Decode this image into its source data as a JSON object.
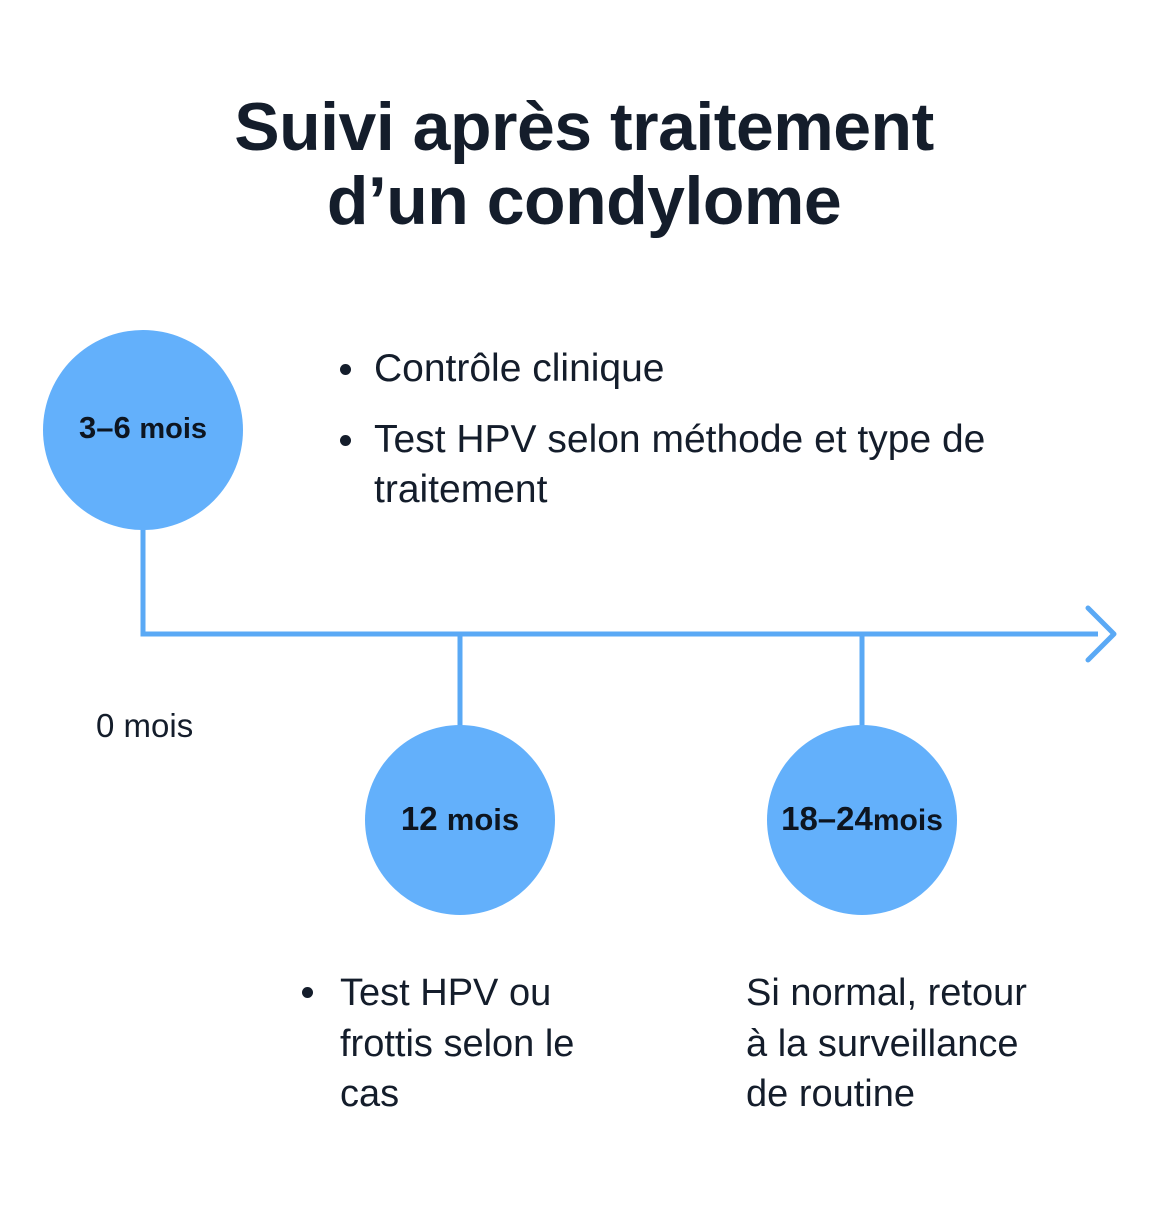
{
  "title": {
    "line1": "Suivi après traitement",
    "line2": "d’un condylome"
  },
  "colors": {
    "node_fill": "#63b0fb",
    "axis_line": "#5aa9f5",
    "text_dark": "#141d2b",
    "background": "#ffffff"
  },
  "axis": {
    "origin_label": "0 mois"
  },
  "nodes": [
    {
      "id": "node-1",
      "number": "3–6",
      "unit": "mois",
      "position": "above"
    },
    {
      "id": "node-2",
      "number": "12",
      "unit": "mois",
      "position": "below"
    },
    {
      "id": "node-3",
      "number": "18–24",
      "unit": "mois",
      "position": "below"
    }
  ],
  "node_1_items": [
    "Contrôle clinique",
    "Test HPV selon méthode et type de traitement"
  ],
  "node_2_items": [
    "Test HPV ou frottis selon le cas"
  ],
  "node_3_text": "Si normal, retour à la surveillance de routine"
}
